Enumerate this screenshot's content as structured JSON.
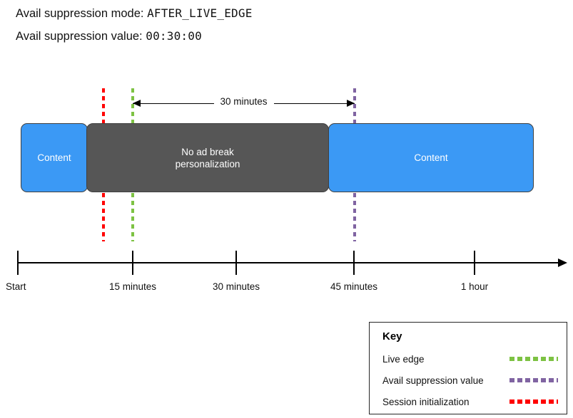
{
  "header": {
    "mode_label": "Avail suppression mode:",
    "mode_value": "AFTER_LIVE_EDGE",
    "value_label": "Avail suppression value:",
    "value_value": "00:30:00"
  },
  "diagram": {
    "blocks": [
      {
        "name": "content-left",
        "label": "Content"
      },
      {
        "name": "no-ad-break",
        "label": "No ad break\npersonalization"
      },
      {
        "name": "content-right",
        "label": "Content"
      }
    ],
    "span_annotation": {
      "label": "30 minutes",
      "from_marker": "live-edge",
      "to_marker": "avail-suppression-value"
    },
    "markers": [
      {
        "name": "session-initialization",
        "color": "#ff0000",
        "at": "~12 minutes"
      },
      {
        "name": "live-edge",
        "color": "#7dc243",
        "at": "15 minutes"
      },
      {
        "name": "avail-suppression-value",
        "color": "#8064a2",
        "at": "45 minutes"
      }
    ],
    "colors": {
      "content_block": "#3b99f5",
      "no_ad_break_block": "#565656",
      "block_border": "#404040",
      "axis": "#000000"
    }
  },
  "axis": {
    "ticks": [
      {
        "label": "Start"
      },
      {
        "label": "15 minutes"
      },
      {
        "label": "30 minutes"
      },
      {
        "label": "45 minutes"
      },
      {
        "label": "1 hour"
      }
    ]
  },
  "legend": {
    "title": "Key",
    "items": [
      {
        "label": "Live edge",
        "color": "#7dc243"
      },
      {
        "label": "Avail suppression value",
        "color": "#8064a2"
      },
      {
        "label": "Session initialization",
        "color": "#ff0000"
      }
    ]
  }
}
